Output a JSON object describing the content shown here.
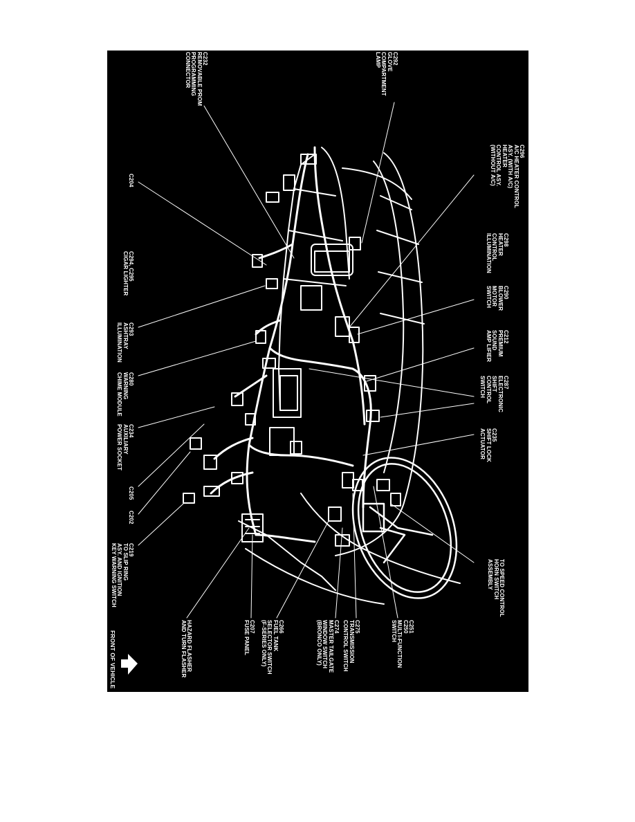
{
  "colors": {
    "background": "#000000",
    "linework": "#ffffff",
    "page": "#ffffff"
  },
  "icons": {
    "vehicle_direction": "arrow-icon"
  },
  "diagram": {
    "callouts": [
      {
        "id": "c232",
        "text": "C232\nREMOVABLE PROM\nPROGRAMMING\nCONNECTOR"
      },
      {
        "id": "c292",
        "text": "C292\nGLOVE\nCOMPARTMENT\nLAMP"
      },
      {
        "id": "c296",
        "text": "C296\nA/C HEATER CONTROL\nASY. (WITH A/C)\nHEATER\nCONTROL ASY.\n(WITHOUT A/C)"
      },
      {
        "id": "c298",
        "text": "C298\nHEATER\nCONTROL\nILLUMINATION"
      },
      {
        "id": "c290",
        "text": "C290\nBLOWER\nMOTOR\nSWITCH"
      },
      {
        "id": "c212",
        "text": "C212\nPREMIUM\nSOUND\nAMP LIFIER"
      },
      {
        "id": "c287",
        "text": "C287\nELECTRONIC\nSHIFT\nCONTROL\nSWITCH"
      },
      {
        "id": "c235",
        "text": "C235\nSHIFT LOCK\nACTUATOR"
      },
      {
        "id": "speed",
        "text": "TO SPEED CONTROL\nHORN SWITCH\nASSEMBLY"
      },
      {
        "id": "c251",
        "text": "C251\nC250\nMULTI-FUNCTION\nSWITCH"
      },
      {
        "id": "c275",
        "text": "C275\nTRANSMISSION\nCONTROL SWITCH"
      },
      {
        "id": "c274",
        "text": "C274\nMASTER TAILGATE\nWINDOW SWITCH\n(BRONCO ONLY)"
      },
      {
        "id": "c266",
        "text": "C266\nFUEL TANK\nSELECTOR SWITCH\n(F-SERIES ONLY)"
      },
      {
        "id": "c207",
        "text": "C207\nFUSE PANEL"
      },
      {
        "id": "hazard",
        "text": "HAZARD FLASHER\nAND TURN FLASHER"
      },
      {
        "id": "c219",
        "text": "C219\nTO SLIP RING\nASY. AND IGNITION\nKEY WARNING SWITCH"
      },
      {
        "id": "c202",
        "text": "C202"
      },
      {
        "id": "c205",
        "text": "C205"
      },
      {
        "id": "c234",
        "text": "C234\nAUXILIARY\nPOWER SOCKET"
      },
      {
        "id": "c280",
        "text": "C280\nWARNING\nCHIME MODULE"
      },
      {
        "id": "c293",
        "text": "C293\nASHTRAY\nILLUMINATION"
      },
      {
        "id": "c294",
        "text": "C294, C295\nCIGAR LIGHTER"
      },
      {
        "id": "c204",
        "text": "C204"
      }
    ],
    "front_label": "FRONT OF VEHICLE"
  }
}
